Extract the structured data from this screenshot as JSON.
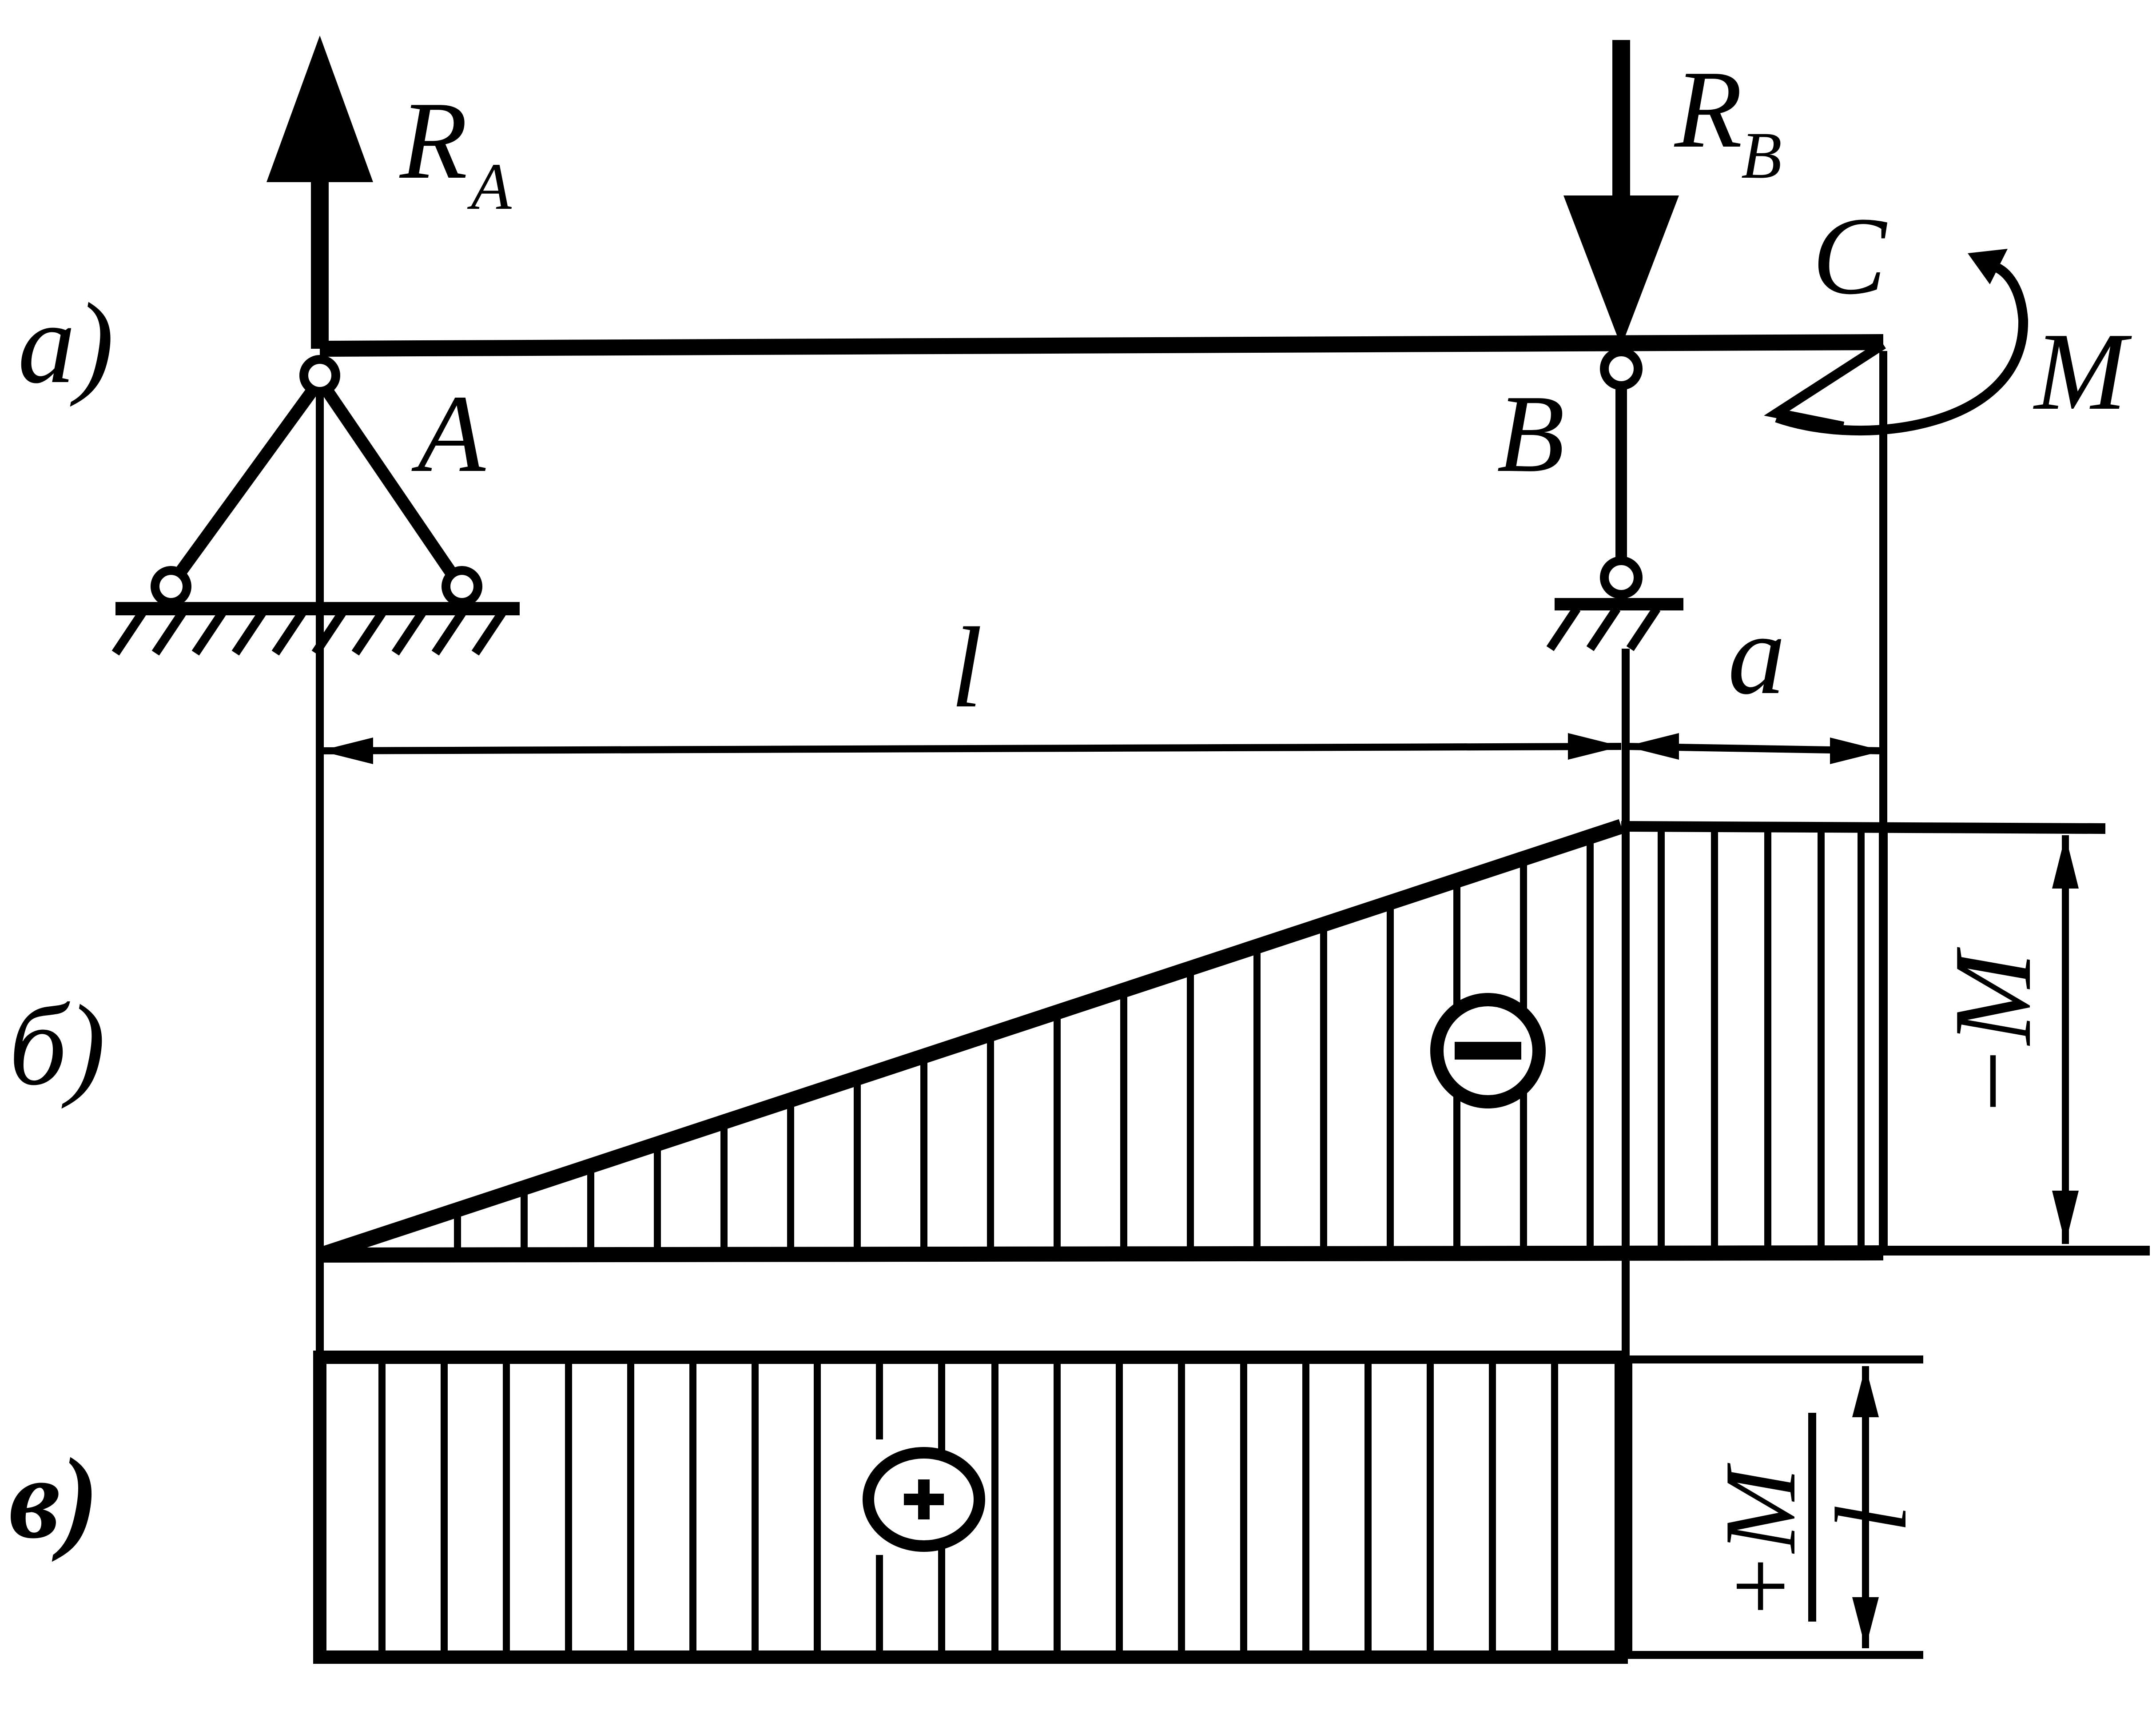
{
  "panels": {
    "a": "a)",
    "b": "б)",
    "v": "в)"
  },
  "labels": {
    "RA_main": "R",
    "RA_sub": "A",
    "RB_main": "R",
    "RB_sub": "B",
    "A": "A",
    "B": "B",
    "C": "C",
    "M": "M",
    "l": "l",
    "a": "a",
    "minus_M": "−M",
    "plus_M_num": "+M",
    "plus_M_den": "l",
    "minus_sign": "−",
    "plus_sign": "+"
  },
  "colors": {
    "ink": "#000000",
    "paper": "#ffffff"
  }
}
